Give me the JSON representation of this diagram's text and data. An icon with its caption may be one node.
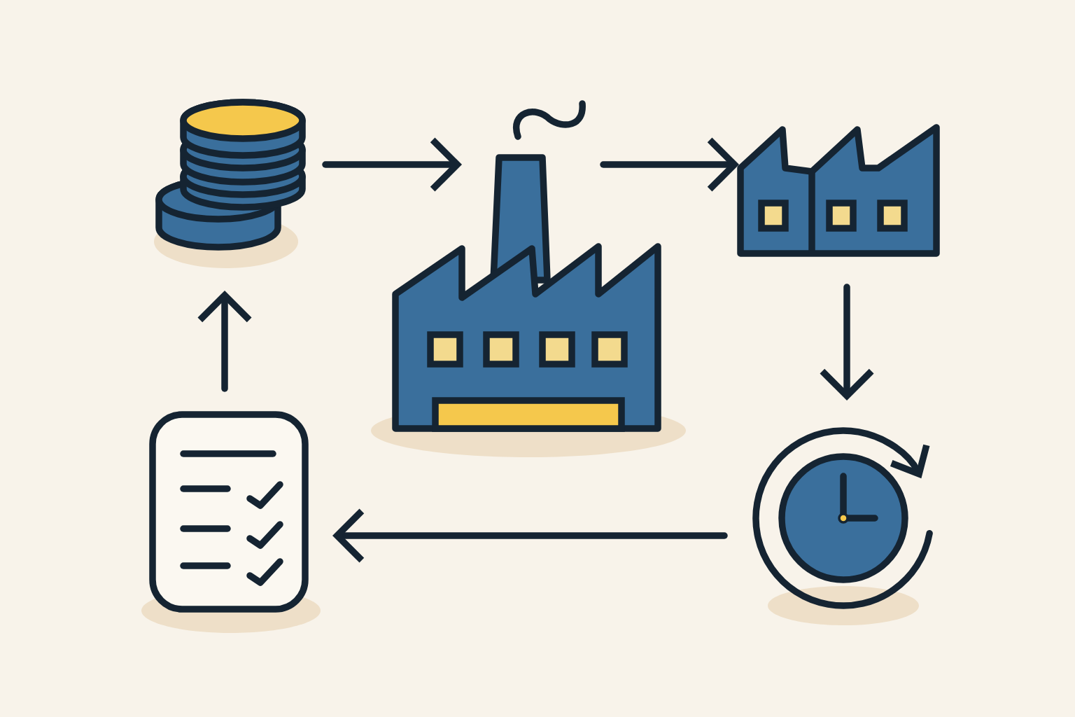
{
  "diagram": {
    "nodes": [
      {
        "text": [],
        "shape": "coins"
      },
      {
        "text": [],
        "shape": "factory"
      },
      {
        "text": [],
        "shape": "workshop"
      },
      {
        "text": [],
        "shape": "clock"
      },
      {
        "text": [],
        "shape": "checklist"
      }
    ],
    "edges": [
      {
        "from": 0,
        "to": 1,
        "arrow": "to"
      },
      {
        "from": 1,
        "to": 2,
        "arrow": "to"
      },
      {
        "from": 2,
        "to": 3,
        "arrow": "to"
      },
      {
        "from": 3,
        "to": 4,
        "arrow": "to"
      },
      {
        "from": 4,
        "to": 0,
        "arrow": "to"
      }
    ]
  }
}
